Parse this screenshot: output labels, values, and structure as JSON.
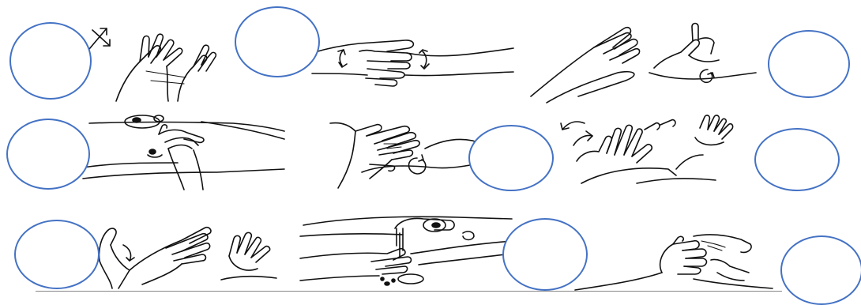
{
  "worksheet": {
    "steps": [
      {
        "icon": "interlaced-fingers-illustration",
        "answer": ""
      },
      {
        "icon": "rub-back-of-fingers-illustration",
        "answer": ""
      },
      {
        "icon": "rotational-thumb-rub-illustration",
        "answer": ""
      },
      {
        "icon": "wet-hands-at-basin-illustration",
        "answer": ""
      },
      {
        "icon": "palm-to-palm-rub-illustration",
        "answer": ""
      },
      {
        "icon": "fingertips-in-palm-illustration",
        "answer": ""
      },
      {
        "icon": "back-of-hand-rub-illustration",
        "answer": ""
      },
      {
        "icon": "rinse-under-tap-illustration",
        "answer": ""
      },
      {
        "icon": "dry-with-towel-illustration",
        "answer": ""
      }
    ],
    "answer_circle_color": "#4472c4",
    "line_color": "#111111"
  }
}
